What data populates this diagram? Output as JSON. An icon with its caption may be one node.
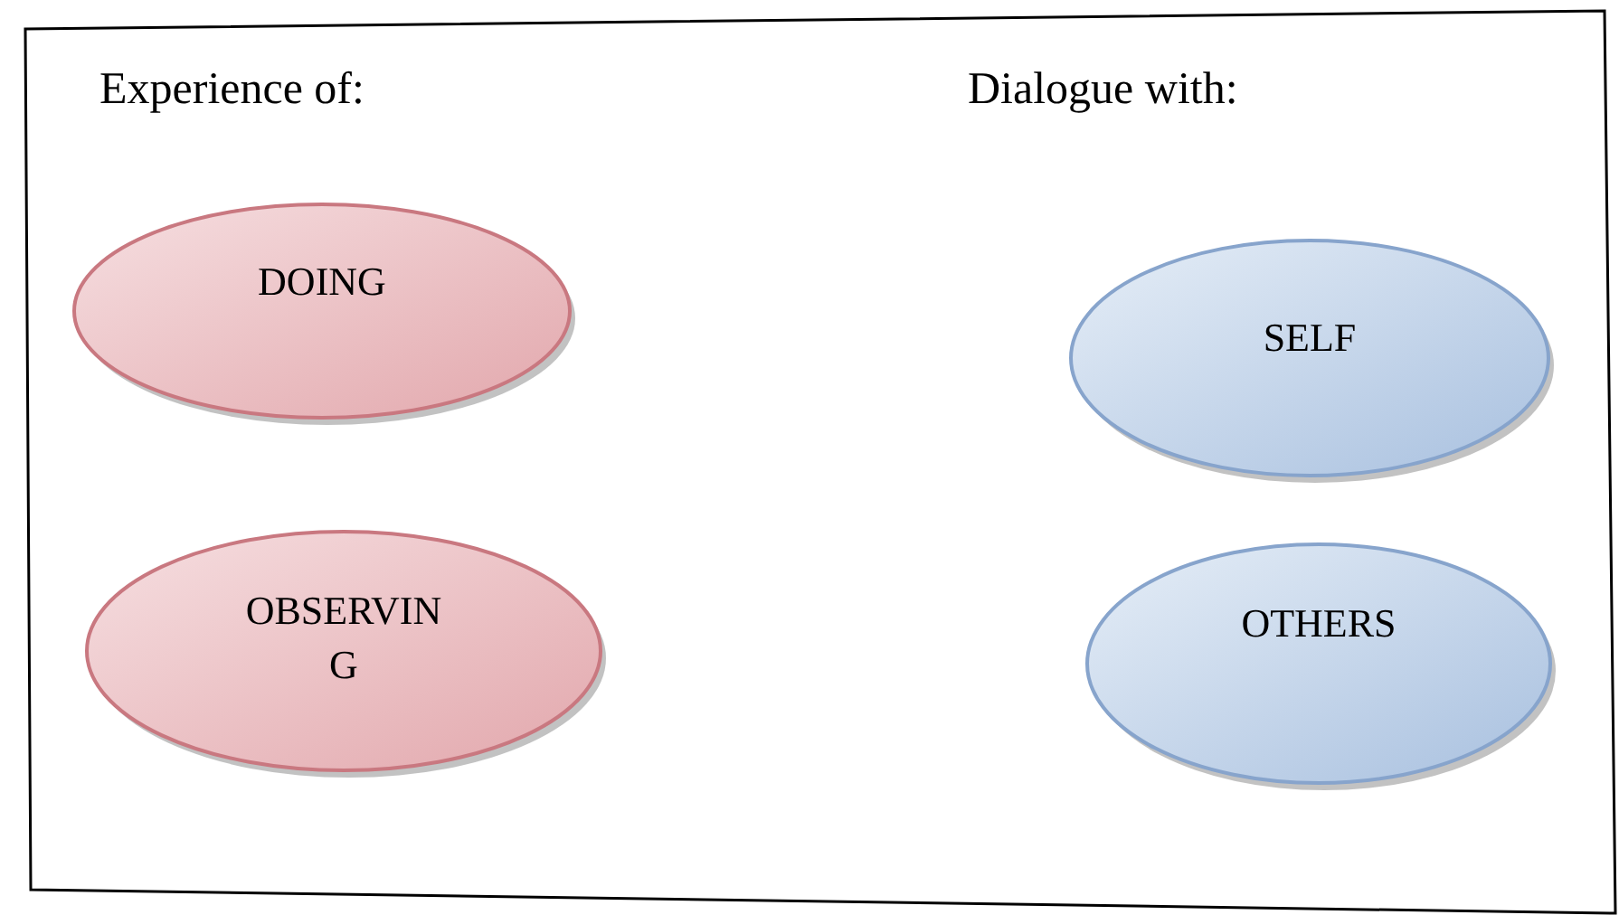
{
  "diagram": {
    "nodes": [
      {
        "text": [
          "Experience of:",
          "Dialogue with:"
        ]
      },
      {
        "text": [
          "DOING"
        ],
        "in": 0
      },
      {
        "text": [
          "OBSERVING"
        ],
        "in": 0
      },
      {
        "text": [
          "SELF"
        ],
        "in": 0
      },
      {
        "text": [
          "OTHERS"
        ],
        "in": 0
      }
    ]
  }
}
